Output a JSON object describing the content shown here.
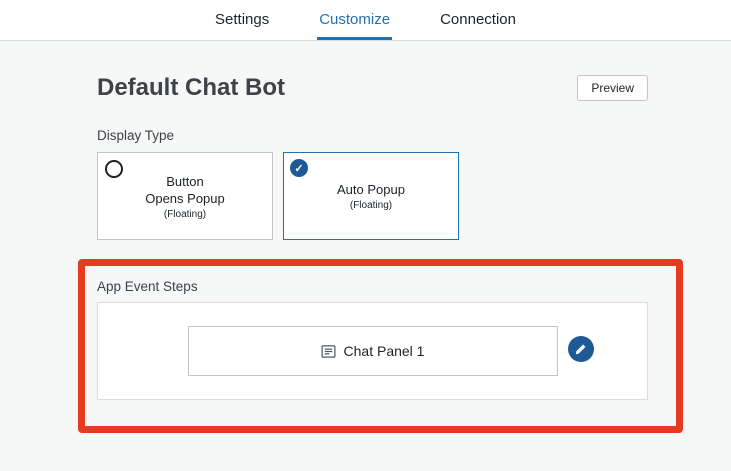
{
  "tabs": {
    "items": [
      {
        "label": "Settings"
      },
      {
        "label": "Customize"
      },
      {
        "label": "Connection"
      }
    ],
    "active_tab": "Customize"
  },
  "header": {
    "title": "Default Chat Bot",
    "preview_label": "Preview"
  },
  "display_type": {
    "label": "Display Type",
    "options": [
      {
        "line1": "Button",
        "line2": "Opens Popup",
        "subtitle": "(Floating)",
        "selected": false
      },
      {
        "line1": "Auto Popup",
        "subtitle": "(Floating)",
        "selected": true
      }
    ]
  },
  "app_event_steps": {
    "label": "App Event Steps",
    "steps": [
      {
        "label": "Chat Panel 1",
        "icon": "panel-list-icon"
      }
    ],
    "edit_icon": "pencil-icon"
  },
  "colors": {
    "accent_blue": "#2271b1",
    "selected_blue": "#1e5b96",
    "highlight_red": "#e63a21",
    "background": "#f6f7f7"
  }
}
